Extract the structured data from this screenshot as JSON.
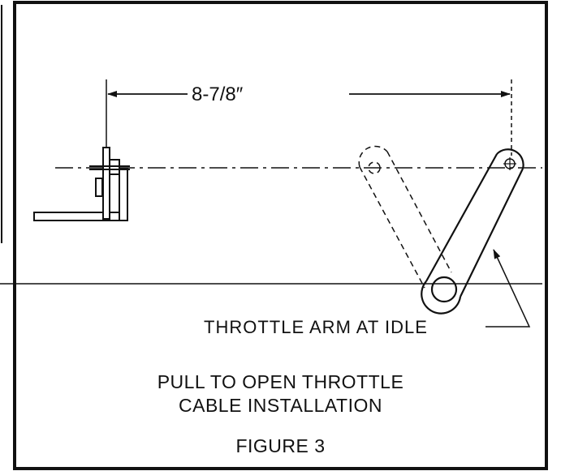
{
  "diagram": {
    "dimension_label": "8-7/8″",
    "arm_callout": "THROTTLE ARM AT IDLE"
  },
  "caption": {
    "line1": "PULL TO OPEN THROTTLE",
    "line2": "CABLE INSTALLATION",
    "figure_label": "FIGURE 3"
  },
  "colors": {
    "ink": "#111111",
    "paper": "#ffffff"
  }
}
